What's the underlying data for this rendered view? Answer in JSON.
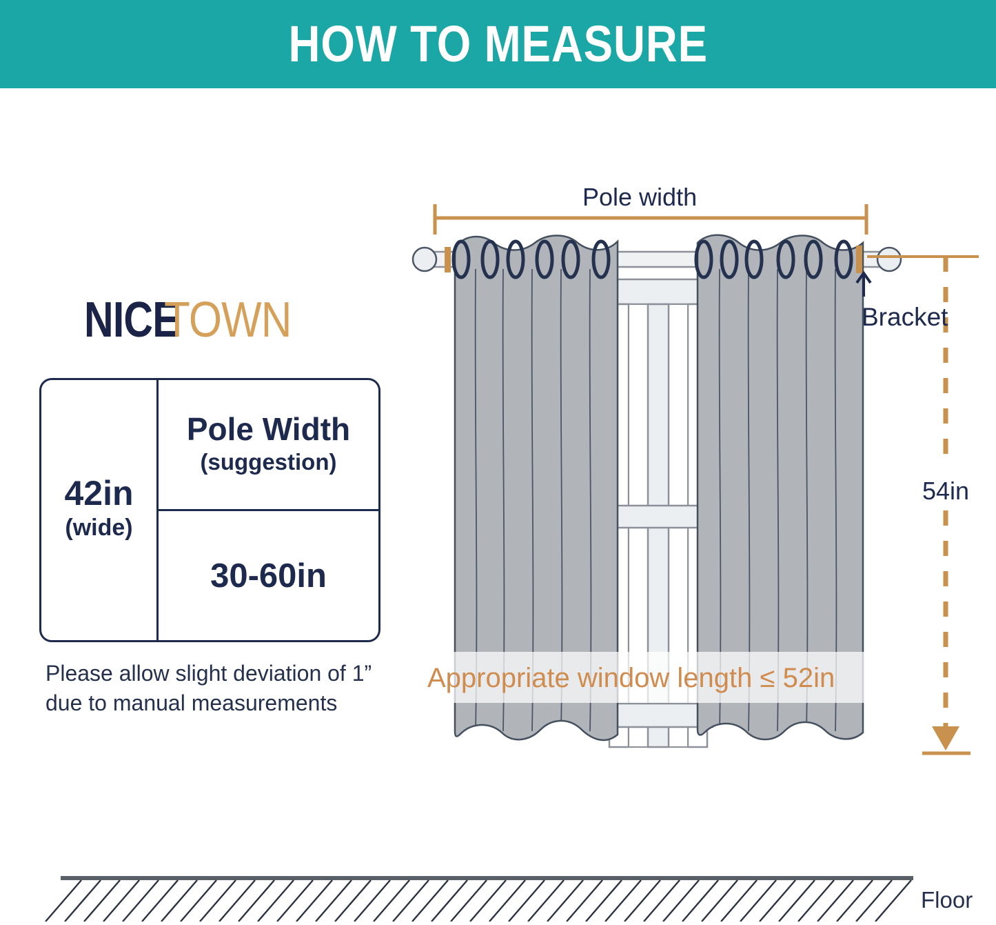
{
  "header": {
    "title": "HOW TO MEASURE",
    "background_color": "#1aa7a5",
    "text_color": "#ffffff"
  },
  "brand": {
    "name_part1": "NICE",
    "name_part2": "TOWN",
    "part1_color": "#1b2346",
    "part2_color": "#d5a05a"
  },
  "spec_table": {
    "panel_width_value": "42in",
    "panel_width_unit": "(wide)",
    "header_title": "Pole Width",
    "header_subtitle": "(suggestion)",
    "pole_width_range": "30-60in",
    "border_color": "#1d2a4d"
  },
  "note": {
    "line1": "Please allow slight deviation of 1”",
    "line2": "due to manual measurements"
  },
  "illustration": {
    "pole_width_label": "Pole width",
    "bracket_label": "Bracket",
    "height_label": "54in",
    "window_length_label": "Appropriate window length ≤ 52in",
    "floor_label": "Floor",
    "dimension_color": "#c8914e",
    "curtain_color": "#b1b4b9",
    "grommet_color": "#243250",
    "label_color": "#1d2a4d",
    "window_length_color": "#d08b4e"
  },
  "icons": {
    "bracket_arrow": "arrow-up-icon",
    "height_arrow": "arrow-down-icon"
  }
}
